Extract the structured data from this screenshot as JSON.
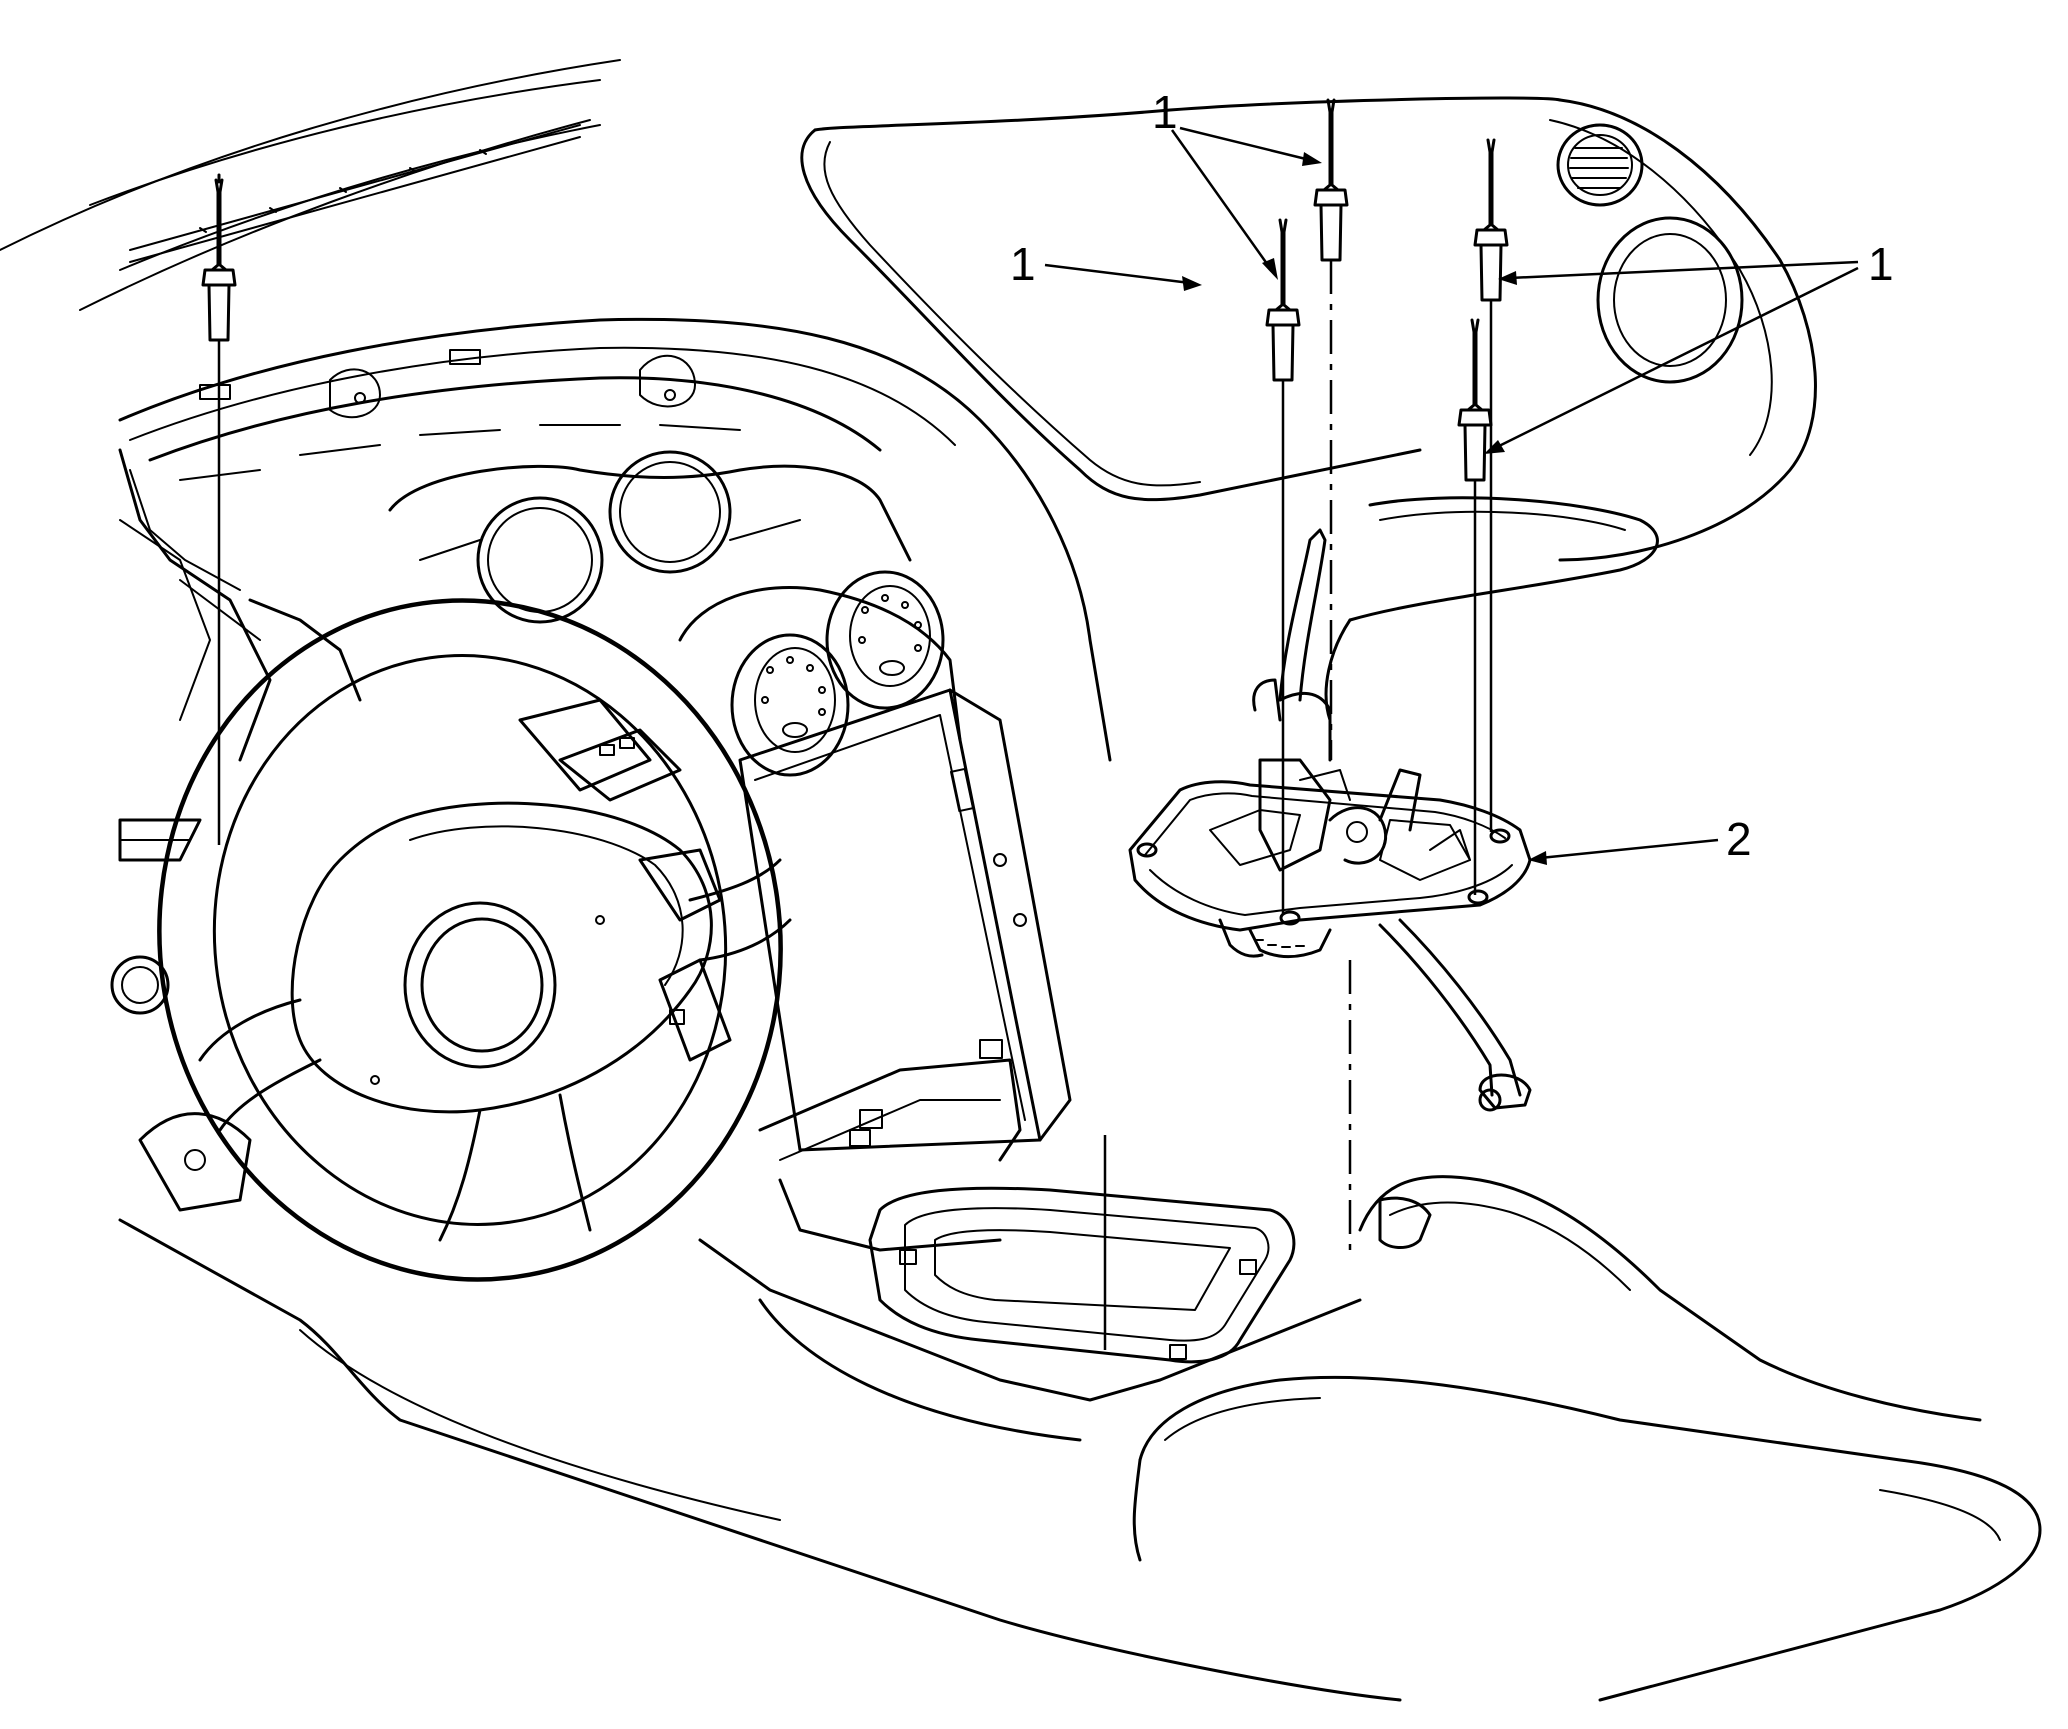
{
  "callouts": {
    "c1a": "1",
    "c1b": "1",
    "c1c": "1",
    "c2": "2"
  },
  "colors": {
    "line": "#000000",
    "background": "#ffffff"
  }
}
